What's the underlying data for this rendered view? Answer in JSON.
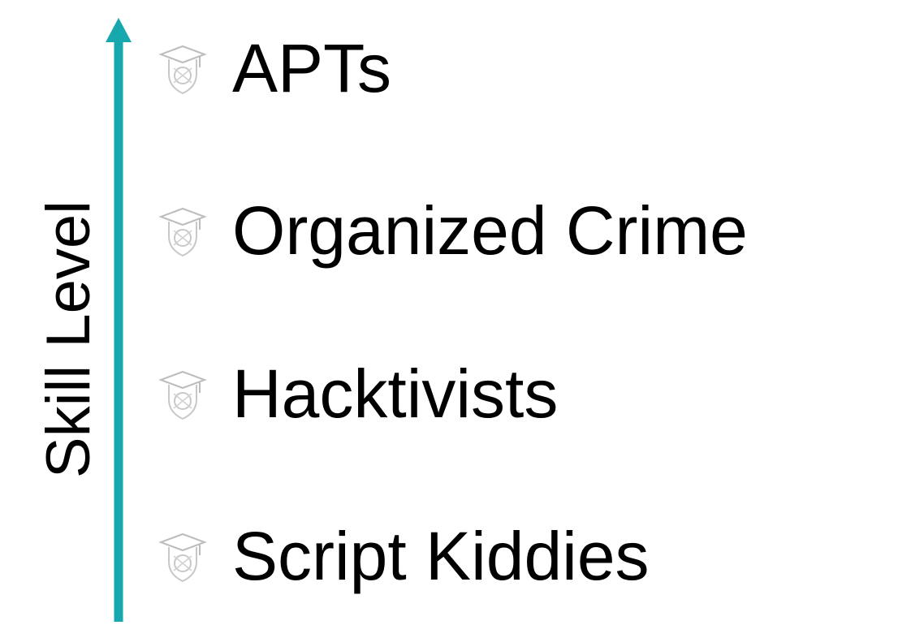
{
  "axis": {
    "label": "Skill Level",
    "direction": "up",
    "color": "#17a8ad"
  },
  "tiers": [
    {
      "label": "APTs",
      "icon": "graduation-cap-shield-icon"
    },
    {
      "label": "Organized Crime",
      "icon": "graduation-cap-shield-icon"
    },
    {
      "label": "Hacktivists",
      "icon": "graduation-cap-shield-icon"
    },
    {
      "label": "Script Kiddies",
      "icon": "graduation-cap-shield-icon"
    }
  ],
  "colors": {
    "text": "#000000",
    "icon": "#c8c8c8",
    "background": "#ffffff"
  }
}
